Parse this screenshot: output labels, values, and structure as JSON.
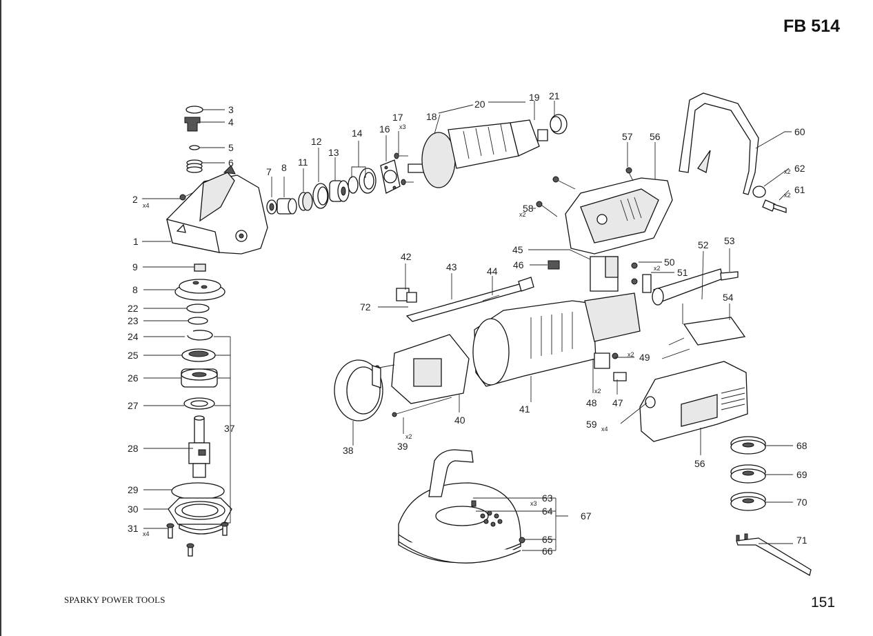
{
  "header": {
    "model": "FB 514"
  },
  "footer": {
    "brand": "SPARKY POWER TOOLS",
    "page_number": "151"
  },
  "callouts": [
    {
      "id": "c1",
      "label": "1"
    },
    {
      "id": "c2",
      "label": "2",
      "qty": "x4"
    },
    {
      "id": "c3",
      "label": "3"
    },
    {
      "id": "c4",
      "label": "4"
    },
    {
      "id": "c5",
      "label": "5"
    },
    {
      "id": "c6",
      "label": "6"
    },
    {
      "id": "c7",
      "label": "7"
    },
    {
      "id": "c8",
      "label": "8"
    },
    {
      "id": "c8b",
      "label": "8"
    },
    {
      "id": "c9",
      "label": "9"
    },
    {
      "id": "c11",
      "label": "11"
    },
    {
      "id": "c12",
      "label": "12"
    },
    {
      "id": "c13",
      "label": "13"
    },
    {
      "id": "c14",
      "label": "14"
    },
    {
      "id": "c16",
      "label": "16"
    },
    {
      "id": "c17",
      "label": "17",
      "qty": "x3"
    },
    {
      "id": "c18",
      "label": "18"
    },
    {
      "id": "c19",
      "label": "19"
    },
    {
      "id": "c20",
      "label": "20"
    },
    {
      "id": "c21",
      "label": "21"
    },
    {
      "id": "c22",
      "label": "22"
    },
    {
      "id": "c23",
      "label": "23"
    },
    {
      "id": "c24",
      "label": "24"
    },
    {
      "id": "c25",
      "label": "25"
    },
    {
      "id": "c26",
      "label": "26"
    },
    {
      "id": "c27",
      "label": "27"
    },
    {
      "id": "c28",
      "label": "28"
    },
    {
      "id": "c29",
      "label": "29"
    },
    {
      "id": "c30",
      "label": "30"
    },
    {
      "id": "c31",
      "label": "31",
      "qty": "x4"
    },
    {
      "id": "c37",
      "label": "37"
    },
    {
      "id": "c38",
      "label": "38"
    },
    {
      "id": "c39",
      "label": "39",
      "qty": "x2"
    },
    {
      "id": "c40",
      "label": "40"
    },
    {
      "id": "c41",
      "label": "41"
    },
    {
      "id": "c42",
      "label": "42"
    },
    {
      "id": "c43",
      "label": "43"
    },
    {
      "id": "c44",
      "label": "44"
    },
    {
      "id": "c45",
      "label": "45"
    },
    {
      "id": "c46",
      "label": "46"
    },
    {
      "id": "c47",
      "label": "47"
    },
    {
      "id": "c48",
      "label": "48",
      "qty": "x2"
    },
    {
      "id": "c49",
      "label": "49",
      "qty": "x2"
    },
    {
      "id": "c50",
      "label": "50",
      "qty": "x2"
    },
    {
      "id": "c51",
      "label": "51"
    },
    {
      "id": "c52",
      "label": "52"
    },
    {
      "id": "c53",
      "label": "53"
    },
    {
      "id": "c54",
      "label": "54"
    },
    {
      "id": "c56a",
      "label": "56"
    },
    {
      "id": "c56b",
      "label": "56"
    },
    {
      "id": "c57",
      "label": "57"
    },
    {
      "id": "c58",
      "label": "58",
      "qty": "x2"
    },
    {
      "id": "c59",
      "label": "59",
      "qty": "x4"
    },
    {
      "id": "c60",
      "label": "60"
    },
    {
      "id": "c61",
      "label": "61",
      "qty": "x2"
    },
    {
      "id": "c62",
      "label": "62",
      "qty": "x2"
    },
    {
      "id": "c63",
      "label": "63",
      "qty": "x3"
    },
    {
      "id": "c64",
      "label": "64"
    },
    {
      "id": "c65",
      "label": "65"
    },
    {
      "id": "c66",
      "label": "66"
    },
    {
      "id": "c67",
      "label": "67"
    },
    {
      "id": "c68",
      "label": "68"
    },
    {
      "id": "c69",
      "label": "69"
    },
    {
      "id": "c70",
      "label": "70"
    },
    {
      "id": "c71",
      "label": "71"
    },
    {
      "id": "c72",
      "label": "72"
    }
  ]
}
